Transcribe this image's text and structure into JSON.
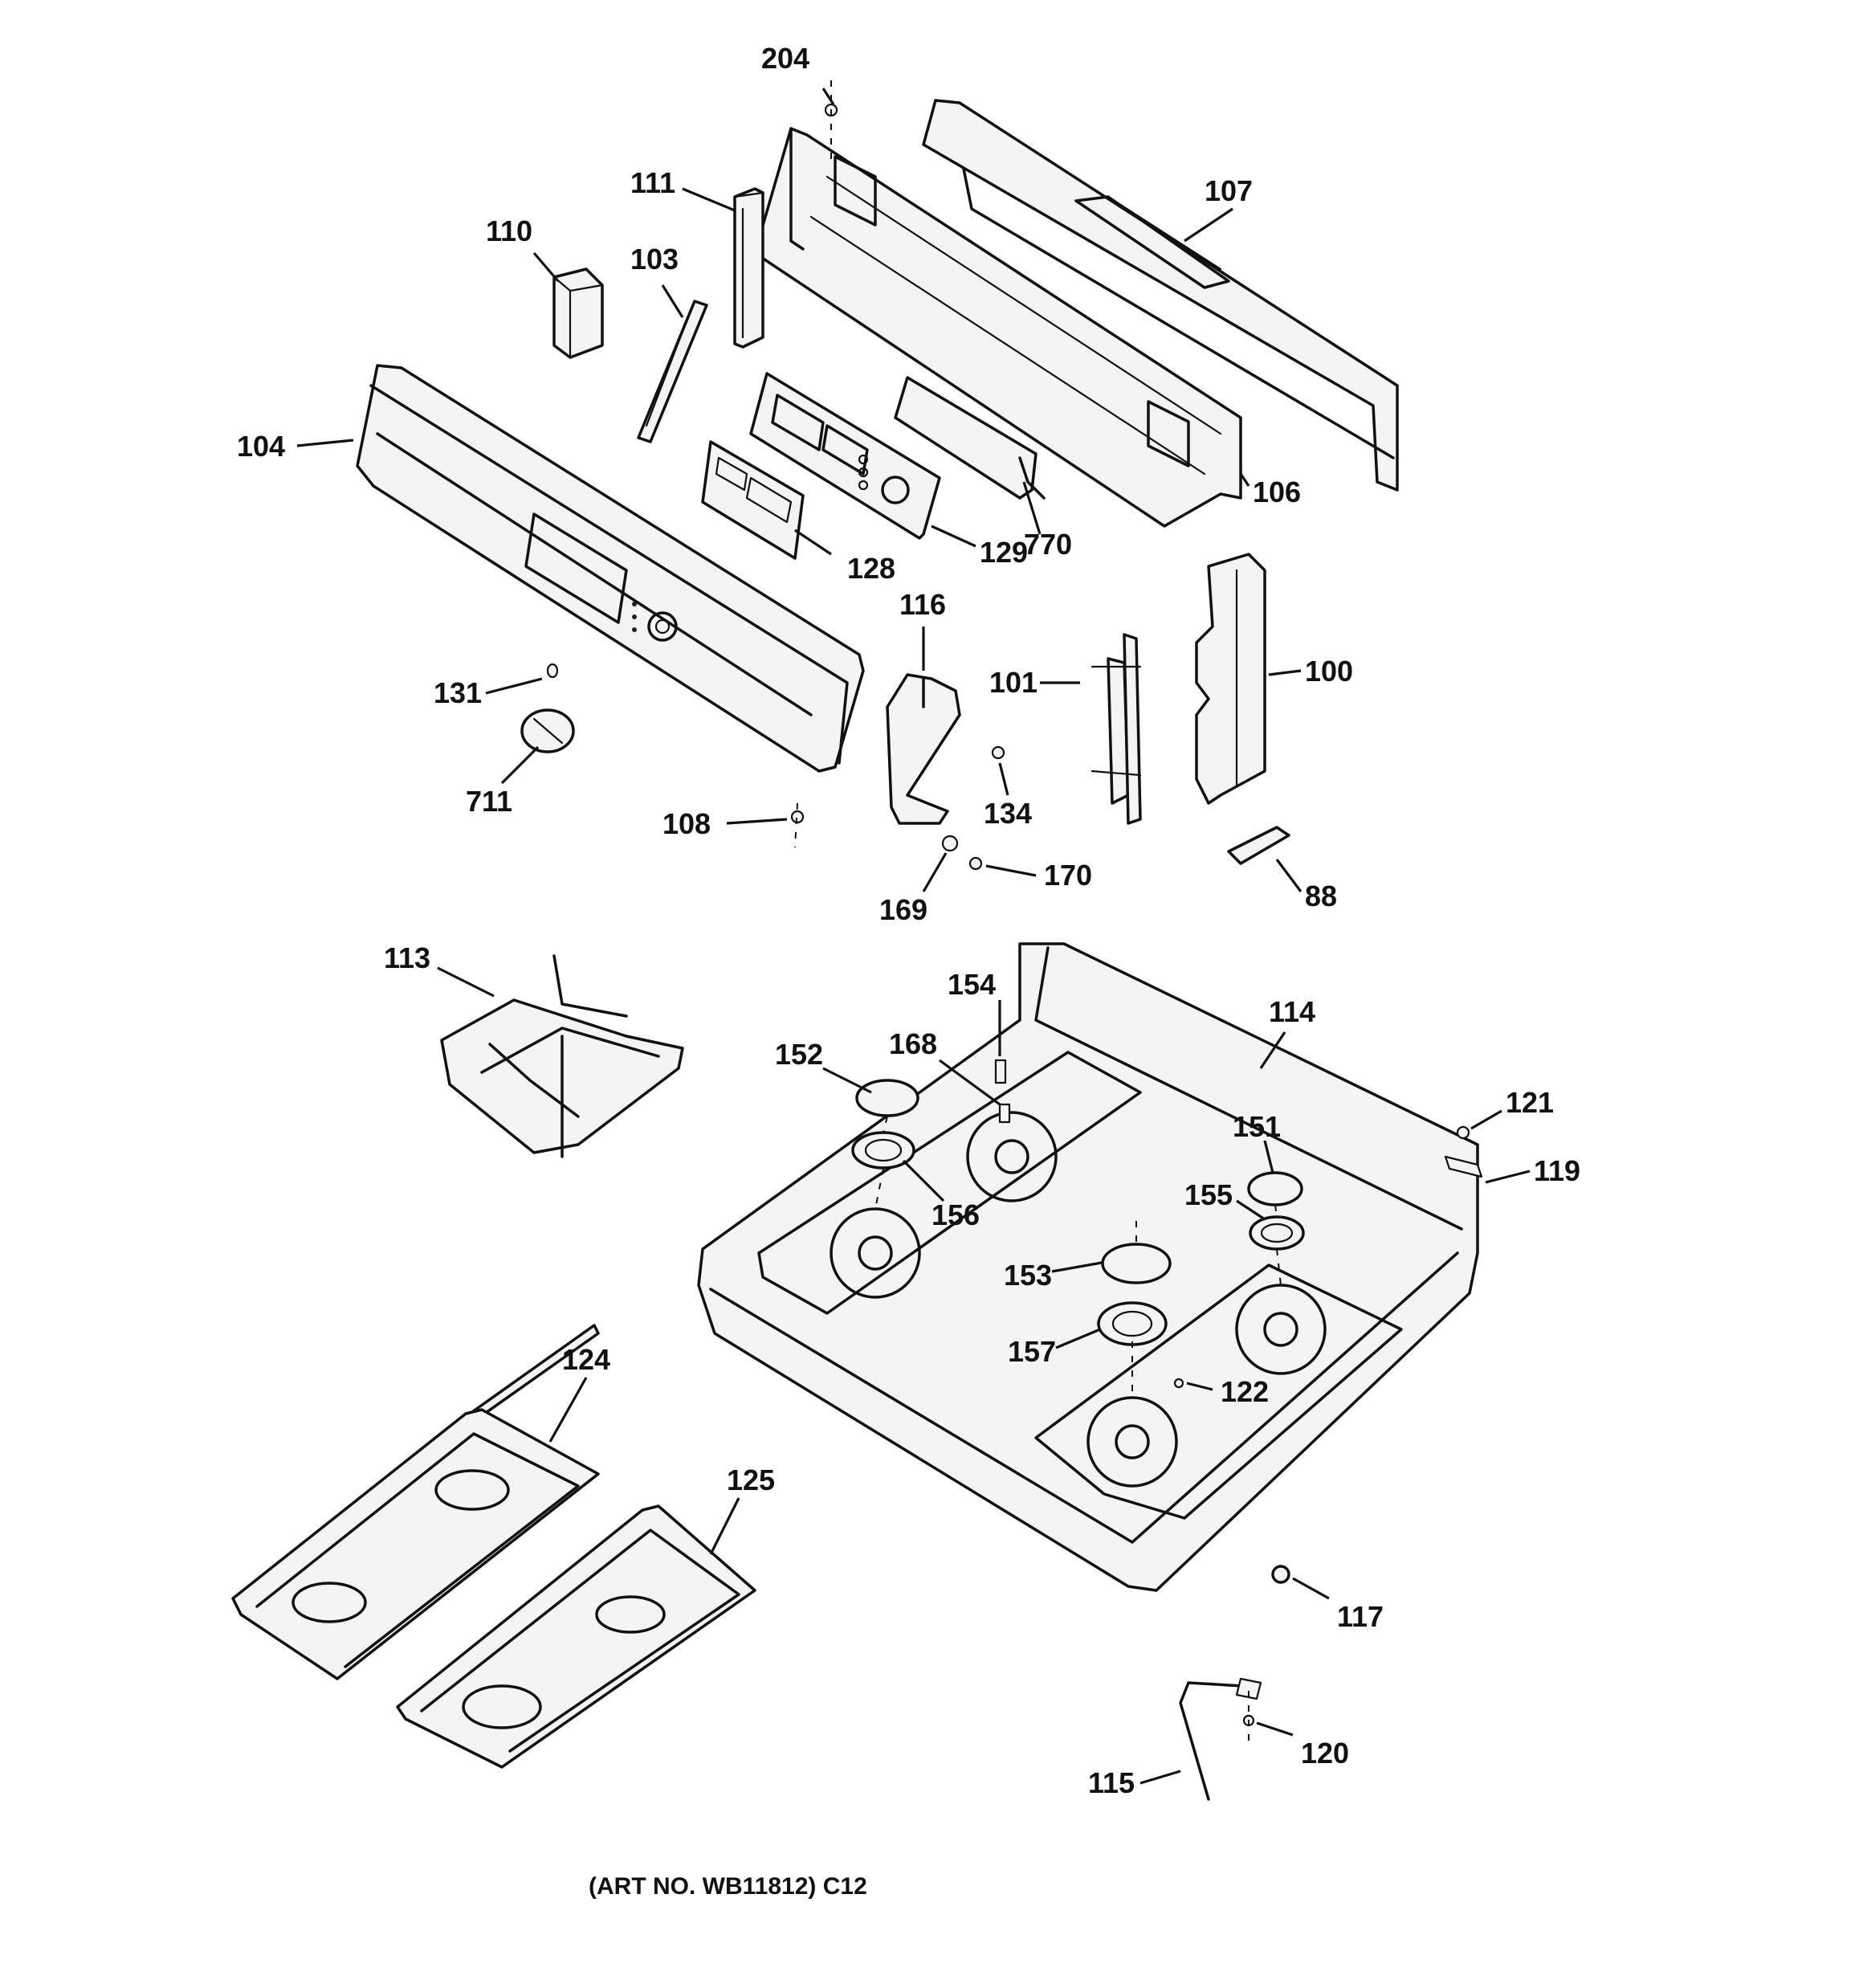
{
  "callouts": [
    {
      "id": "204",
      "label": "204"
    },
    {
      "id": "111",
      "label": "111"
    },
    {
      "id": "107",
      "label": "107"
    },
    {
      "id": "110",
      "label": "110"
    },
    {
      "id": "103",
      "label": "103"
    },
    {
      "id": "104",
      "label": "104"
    },
    {
      "id": "106",
      "label": "106"
    },
    {
      "id": "129",
      "label": "129"
    },
    {
      "id": "770",
      "label": "770"
    },
    {
      "id": "128",
      "label": "128"
    },
    {
      "id": "116",
      "label": "116"
    },
    {
      "id": "101",
      "label": "101"
    },
    {
      "id": "100",
      "label": "100"
    },
    {
      "id": "131",
      "label": "131"
    },
    {
      "id": "711",
      "label": "711"
    },
    {
      "id": "134",
      "label": "134"
    },
    {
      "id": "108",
      "label": "108"
    },
    {
      "id": "170",
      "label": "170"
    },
    {
      "id": "169",
      "label": "169"
    },
    {
      "id": "88",
      "label": "88"
    },
    {
      "id": "113",
      "label": "113"
    },
    {
      "id": "154",
      "label": "154"
    },
    {
      "id": "114",
      "label": "114"
    },
    {
      "id": "152",
      "label": "152"
    },
    {
      "id": "168",
      "label": "168"
    },
    {
      "id": "121",
      "label": "121"
    },
    {
      "id": "151",
      "label": "151"
    },
    {
      "id": "119",
      "label": "119"
    },
    {
      "id": "155",
      "label": "155"
    },
    {
      "id": "156",
      "label": "156"
    },
    {
      "id": "153",
      "label": "153"
    },
    {
      "id": "157",
      "label": "157"
    },
    {
      "id": "122",
      "label": "122"
    },
    {
      "id": "124",
      "label": "124"
    },
    {
      "id": "125",
      "label": "125"
    },
    {
      "id": "117",
      "label": "117"
    },
    {
      "id": "120",
      "label": "120"
    },
    {
      "id": "115",
      "label": "115"
    }
  ],
  "art_number": "(ART NO. WB11812) C12"
}
